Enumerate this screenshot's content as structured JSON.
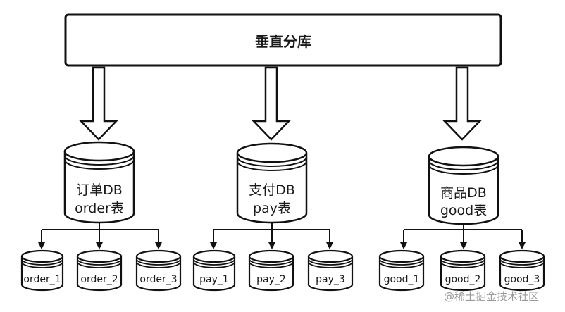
{
  "title": "垂直分库",
  "databases": [
    {
      "line1": "订单DB",
      "line2": "order表",
      "tables": [
        "order_1",
        "order_2",
        "order_3"
      ]
    },
    {
      "line1": "支付DB",
      "line2": "pay表",
      "tables": [
        "pay_1",
        "pay_2",
        "pay_3"
      ]
    },
    {
      "line1": "商品DB",
      "line2": "good表",
      "tables": [
        "good_1",
        "good_2",
        "good_3"
      ]
    }
  ],
  "watermark": "@稀土掘金技术社区",
  "colors": {
    "stroke": "#111111",
    "fill": "#ffffff",
    "text": "#1a1a1a",
    "watermark": "#9a9a9a"
  }
}
